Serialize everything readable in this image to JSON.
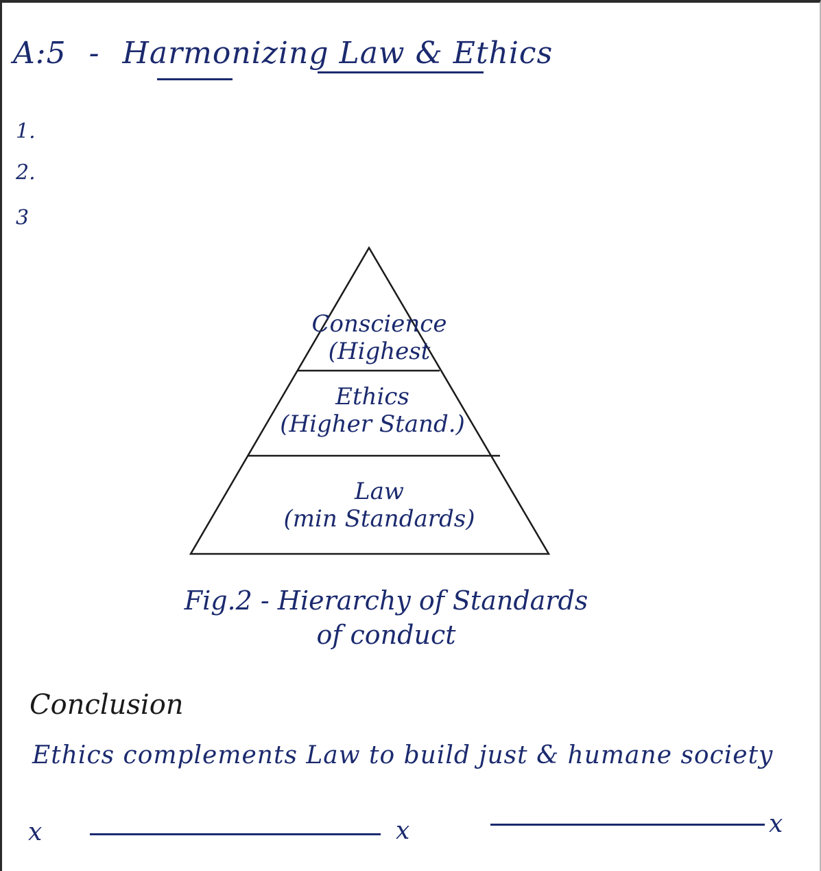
{
  "heading": {
    "number": "A:5",
    "separator": "-",
    "title": "Harmonizing Law & Ethics"
  },
  "list_markers": [
    "1.",
    "2.",
    "3"
  ],
  "pyramid": {
    "tiers": [
      {
        "name": "Conscience",
        "note": "(Highest"
      },
      {
        "name": "Ethics",
        "note": "(Higher Stand.)"
      },
      {
        "name": "Law",
        "note": "(min Standards)"
      }
    ]
  },
  "figure_caption": {
    "line1": "Fig.2 - Hierarchy of Standards",
    "line2": "of conduct"
  },
  "conclusion": {
    "title": "Conclusion",
    "text": "Ethics complements Law to build just & humane society"
  },
  "end_marks": [
    "x",
    "x",
    "x"
  ],
  "colors": {
    "ink": "#1b2a6e",
    "pencil": "#1a1a1a",
    "paper": "#ffffff"
  }
}
